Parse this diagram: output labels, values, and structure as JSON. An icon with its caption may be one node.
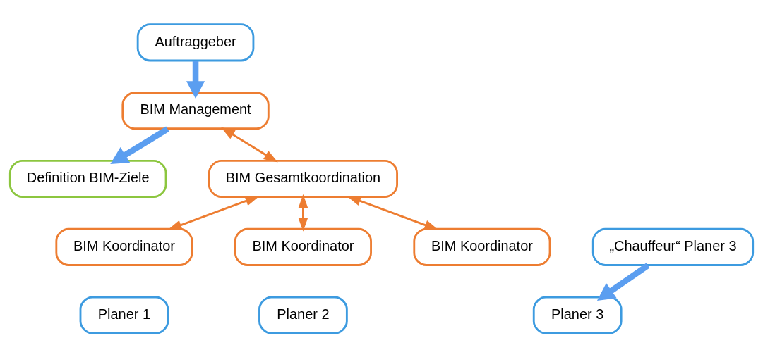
{
  "diagram": {
    "nodes": [
      {
        "text": [
          "Auftraggeber"
        ]
      },
      {
        "text": [
          "BIM Management"
        ]
      },
      {
        "text": [
          "Definition BIM-Ziele"
        ]
      },
      {
        "text": [
          "BIM Gesamtkoordination"
        ]
      },
      {
        "text": [
          "„Chauffeur“ Planer 3"
        ]
      },
      {
        "text": [
          "BIM Koordinator"
        ]
      },
      {
        "text": [
          "Planer 1"
        ]
      },
      {
        "text": [
          "BIM Koordinator"
        ]
      },
      {
        "text": [
          "Planer 2"
        ]
      },
      {
        "text": [
          "BIM Koordinator"
        ]
      },
      {
        "text": [
          "Planer 3"
        ]
      }
    ],
    "edges": [
      {
        "from": 0,
        "to": 1,
        "arrow": "to",
        "style": "thick",
        "color": "#5b9ef0"
      },
      {
        "from": 1,
        "to": 2,
        "arrow": "to",
        "style": "thick",
        "color": "#5b9ef0"
      },
      {
        "from": 1,
        "to": 3,
        "arrow": "both"
      },
      {
        "from": 3,
        "to": 5,
        "arrow": "both"
      },
      {
        "from": 3,
        "to": 7,
        "arrow": "both"
      },
      {
        "from": 3,
        "to": 9,
        "arrow": "both"
      },
      {
        "from": 4,
        "to": 10,
        "arrow": "to",
        "style": "thick",
        "color": "#5b9ef0"
      }
    ]
  }
}
